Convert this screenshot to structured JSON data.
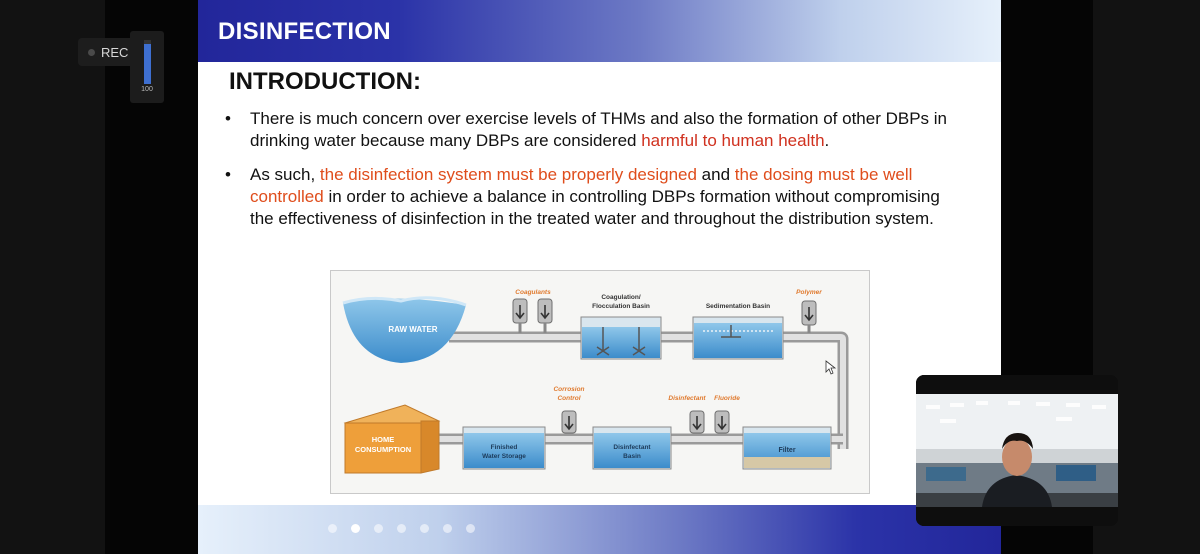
{
  "recorder": {
    "rec_label": "REC",
    "level_value": "100",
    "level_fraction": 0.9
  },
  "slide": {
    "header_title": "DISINFECTION",
    "section_title": "INTRODUCTION:",
    "bullet_glyph": "•",
    "bullet1": {
      "part1": "There is much concern over exercise levels of THMs and also the formation of other DBPs in drinking water because many DBPs are considered ",
      "highlight1": "harmful to human health",
      "part2": "."
    },
    "bullet2": {
      "part1": "As such, ",
      "highlight1": "the disinfection system must be properly designed",
      "part2": " and ",
      "highlight2": "the dosing must be well controlled",
      "part3": " in order to achieve a balance in controlling DBPs formation without compromising the effectiveness of disinfection in the treated water and throughout the distribution system."
    },
    "pagination": {
      "total": 7,
      "active_index": 1
    }
  },
  "diagram": {
    "raw_water": "RAW WATER",
    "coagulants": "Coagulants",
    "coag_basin_line1": "Coagulation/",
    "coag_basin_line2": "Flocculation Basin",
    "sedimentation": "Sedimentation Basin",
    "polymer": "Polymer",
    "corrosion_line1": "Corrosion",
    "corrosion_line2": "Control",
    "disinfectant": "Disinfectant",
    "fluoride": "Fluoride",
    "home_line1": "HOME",
    "home_line2": "CONSUMPTION",
    "finished_line1": "Finished",
    "finished_line2": "Water Storage",
    "dis_basin_line1": "Disinfectant",
    "dis_basin_line2": "Basin",
    "filter": "Filter"
  },
  "colors": {
    "header_dark": "#22269a",
    "accent_red": "#d0311f",
    "accent_orange": "#df4d1c",
    "water_blue": "#6fb1dc",
    "label_orange": "#e07a2e"
  }
}
